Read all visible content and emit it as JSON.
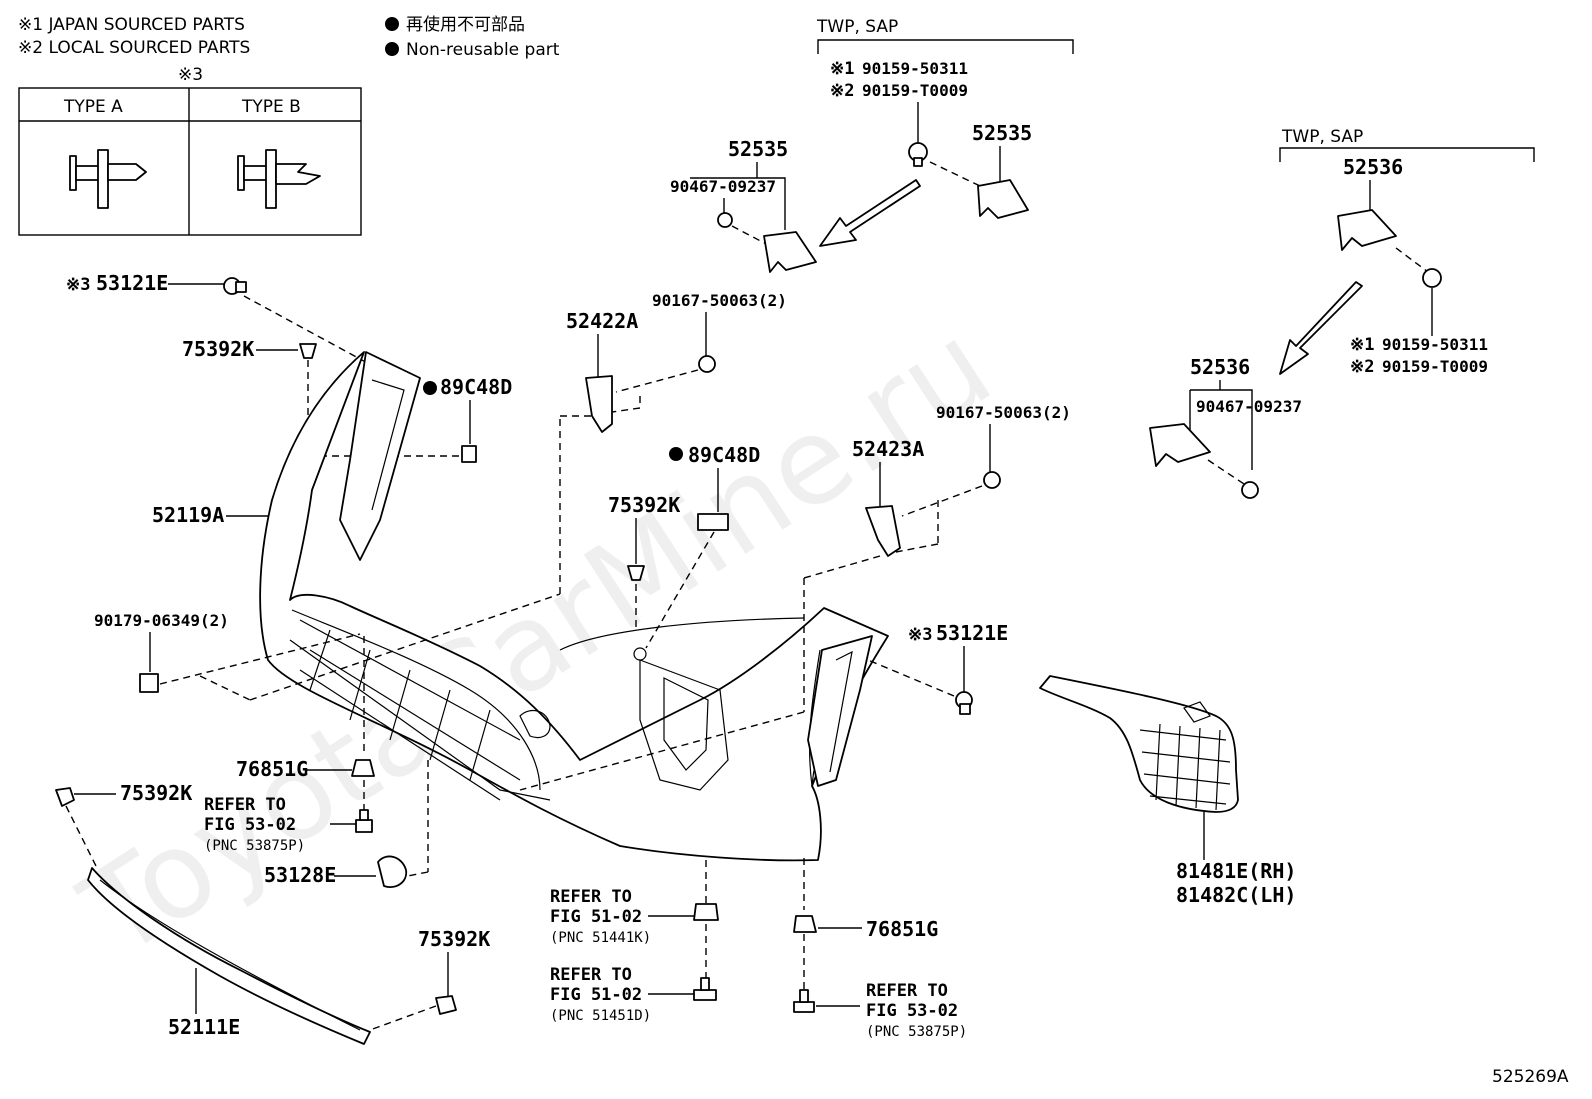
{
  "legend": {
    "note1": "※1 JAPAN SOURCED PARTS",
    "note2": "※2 LOCAL SOURCED PARTS",
    "nonreusable_jp": "再使用不可部品",
    "nonreusable_en": "Non-reusable part"
  },
  "types_table": {
    "ref": "※3",
    "type_a": "TYPE A",
    "type_b": "TYPE B"
  },
  "groups": {
    "twp_sap_1": "TWP, SAP",
    "twp_sap_2": "TWP, SAP"
  },
  "parts": {
    "p53121E_left": "53121E",
    "p53121E_left_ref": "※3",
    "p75392K_top": "75392K",
    "p89C48D_left": "89C48D",
    "p52119A": "52119A",
    "p90179": "90179-06349(2)",
    "p76851G_left": "76851G",
    "p75392K_left": "75392K",
    "refer_1_a": "REFER TO",
    "refer_1_b": "FIG 53-02",
    "refer_1_c": "(PNC 53875P)",
    "p53128E": "53128E",
    "p75392K_bottom": "75392K",
    "p52111E": "52111E",
    "p52422A": "52422A",
    "p90167_left": "90167-50063(2)",
    "p89C48D_center": "89C48D",
    "p75392K_center": "75392K",
    "p52423A": "52423A",
    "p90167_right": "90167-50063(2)",
    "p53121E_right": "53121E",
    "p53121E_right_ref": "※3",
    "p52535_left": "52535",
    "p90467_left": "90467-09237",
    "p90159_50311_top": "90159-50311",
    "p90159_T0009_top": "90159-T0009",
    "p52535_right": "52535",
    "p52536_top": "52536",
    "p90159_50311_right": "90159-50311",
    "p90159_T0009_right": "90159-T0009",
    "p52536_bottom": "52536",
    "p90467_right": "90467-09237",
    "p81481E": "81481E(RH)",
    "p81482C": "81482C(LH)",
    "refer_2_a": "REFER TO",
    "refer_2_b": "FIG 51-02",
    "refer_2_c": "(PNC 51441K)",
    "refer_3_a": "REFER TO",
    "refer_3_b": "FIG 51-02",
    "refer_3_c": "(PNC 51451D)",
    "p76851G_right": "76851G",
    "refer_4_a": "REFER TO",
    "refer_4_b": "FIG 53-02",
    "refer_4_c": "(PNC 53875P)",
    "ref1": "※1",
    "ref2": "※2"
  },
  "watermark": "ToyotaCarMine.ru",
  "figure_code": "525269A"
}
